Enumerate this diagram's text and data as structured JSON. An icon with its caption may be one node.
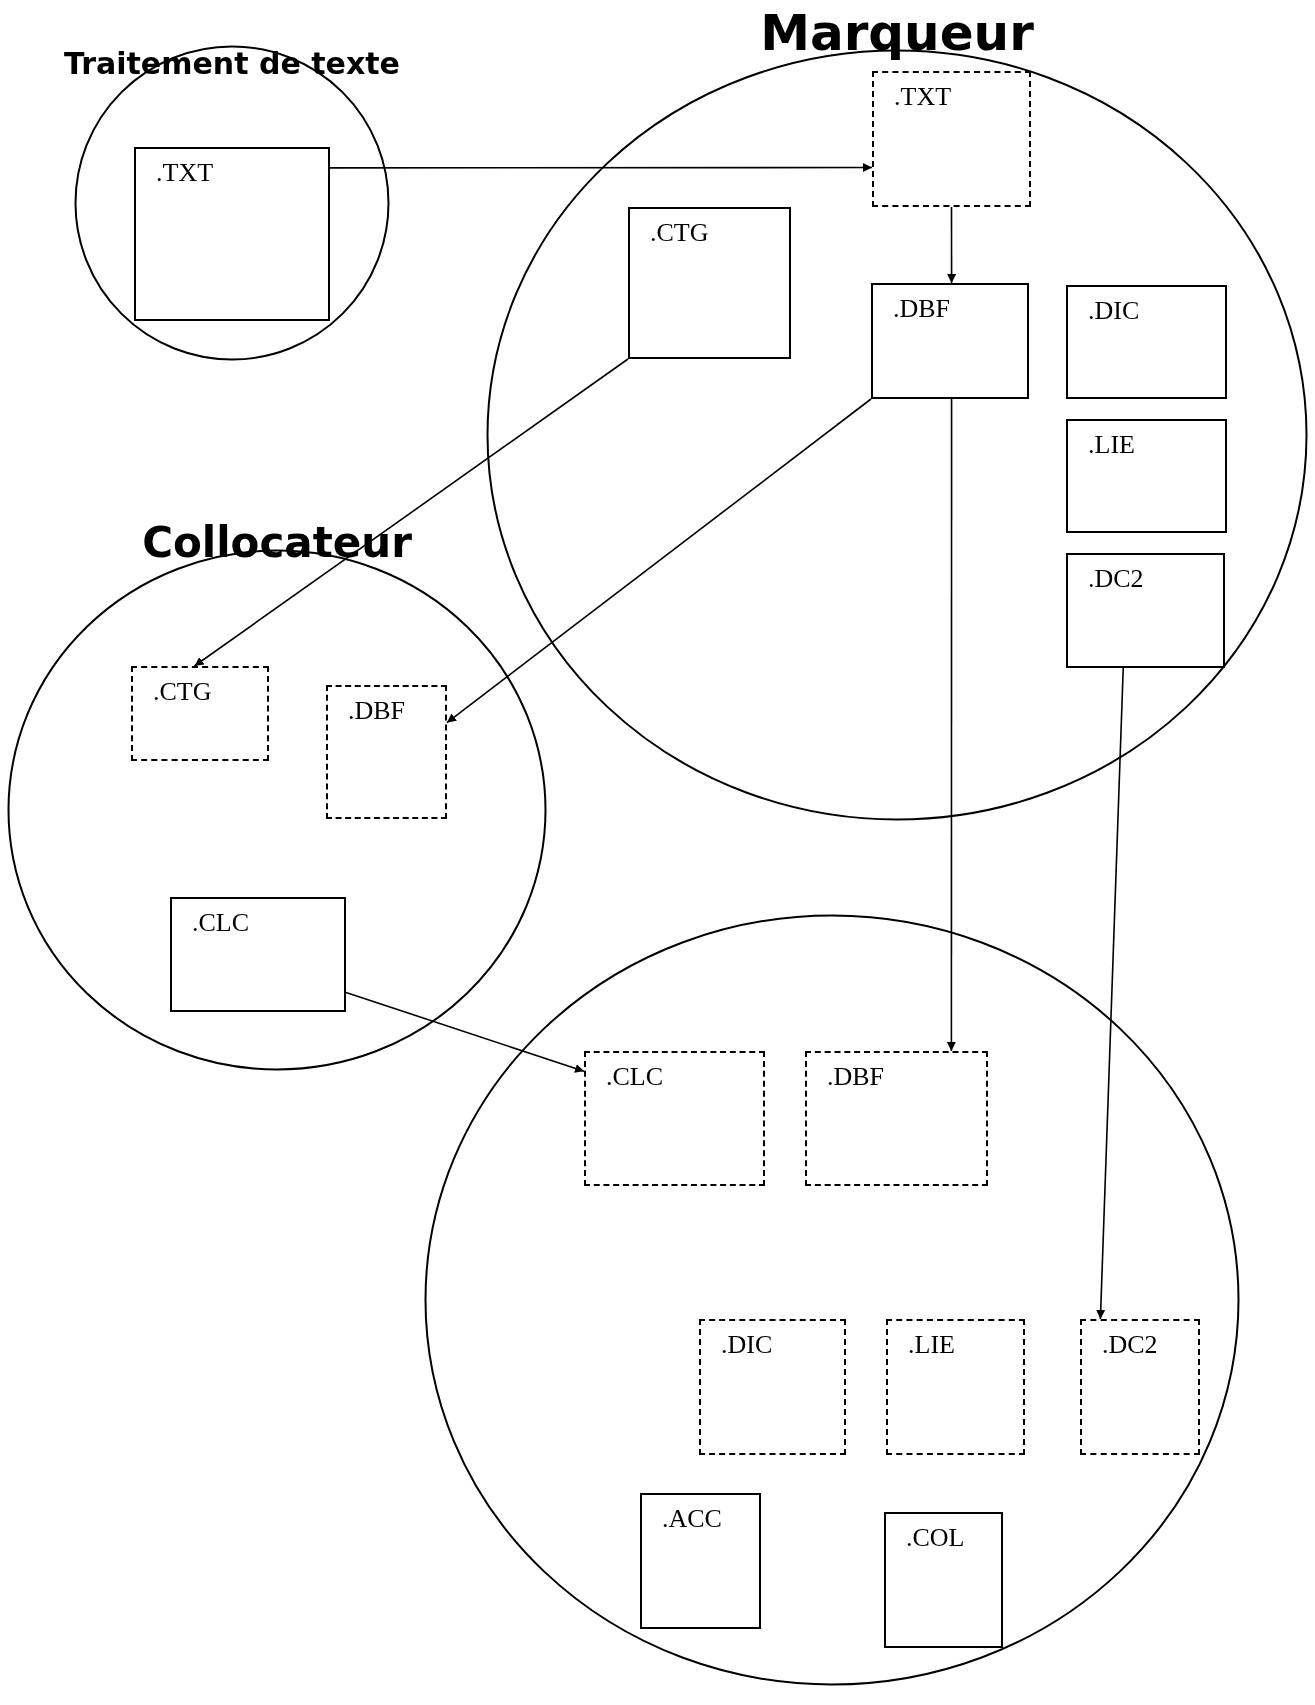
{
  "diagram": {
    "nodes": [
      {
        "text": [
          "Traitement de texte"
        ]
      },
      {
        "text": [
          ".TXT"
        ],
        "in": 0
      },
      {
        "text": [
          "Marqueur"
        ]
      },
      {
        "text": [
          ".TXT"
        ],
        "in": 2
      },
      {
        "text": [
          ".CTG"
        ],
        "in": 2
      },
      {
        "text": [
          ".DBF"
        ],
        "in": 2
      },
      {
        "text": [
          ".DIC"
        ],
        "in": 2
      },
      {
        "text": [
          ".LIE"
        ],
        "in": 2
      },
      {
        "text": [
          ".DC2"
        ],
        "in": 2
      },
      {
        "text": [
          "Collocateur"
        ]
      },
      {
        "text": [
          ".CTG"
        ],
        "in": 9
      },
      {
        "text": [
          ".DBF"
        ],
        "in": 9
      },
      {
        "text": [
          ".CLC"
        ],
        "in": 9
      },
      {
        "text": [],
        "shape": "circle"
      },
      {
        "text": [
          ".CLC"
        ],
        "in": 13
      },
      {
        "text": [
          ".DBF"
        ],
        "in": 13
      },
      {
        "text": [
          ".DIC"
        ],
        "in": 13
      },
      {
        "text": [
          ".LIE"
        ],
        "in": 13
      },
      {
        "text": [
          ".DC2"
        ],
        "in": 13
      },
      {
        "text": [
          ".ACC"
        ],
        "in": 13
      },
      {
        "text": [
          ".COL"
        ],
        "in": 13
      }
    ],
    "edges": [
      {
        "from": 1,
        "to": 3,
        "arrow": "to"
      },
      {
        "from": 3,
        "to": 5,
        "arrow": "to"
      },
      {
        "from": 4,
        "to": 10,
        "arrow": "to"
      },
      {
        "from": 5,
        "to": 11,
        "arrow": "to"
      },
      {
        "from": 5,
        "to": 15,
        "arrow": "to"
      },
      {
        "from": 8,
        "to": 18,
        "arrow": "to"
      },
      {
        "from": 12,
        "to": 14,
        "arrow": "to"
      }
    ]
  }
}
